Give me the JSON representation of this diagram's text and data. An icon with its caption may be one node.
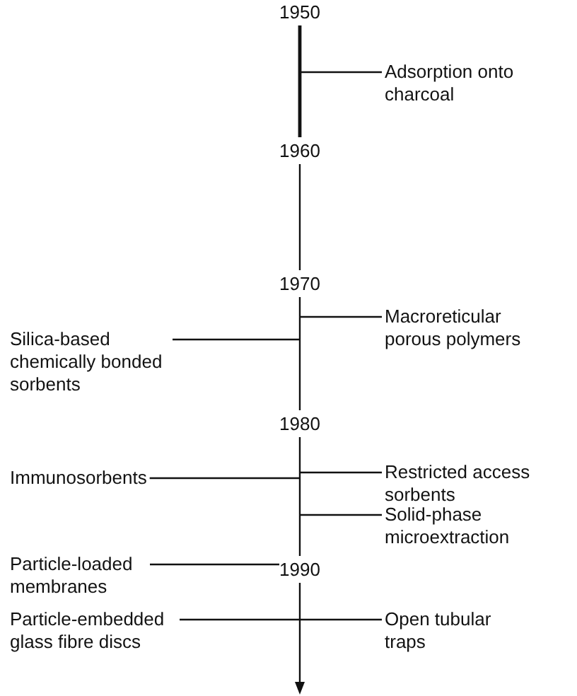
{
  "diagram": {
    "nodes": [
      {
        "text": [
          "Adsorption onto charcoal"
        ]
      },
      {
        "text": [
          "Macroreticular porous polymers"
        ]
      },
      {
        "text": [
          "Silica-based chemically bonded sorbents"
        ]
      },
      {
        "text": [
          "Immunosorbents"
        ]
      },
      {
        "text": [
          "Restricted access sorbents"
        ]
      },
      {
        "text": [
          "Solid-phase microextraction"
        ]
      },
      {
        "text": [
          "Particle-loaded membranes"
        ]
      },
      {
        "text": [
          "Particle-embedded glass fibre discs"
        ]
      },
      {
        "text": [
          "Open tubular traps"
        ]
      },
      {
        "text": [
          "1990"
        ]
      }
    ],
    "edges": [
      {
        "from": 0,
        "to": null,
        "arrow": "none"
      },
      {
        "from": 1,
        "to": null,
        "arrow": "none"
      },
      {
        "from": 2,
        "to": null,
        "arrow": "none"
      },
      {
        "from": 3,
        "to": null,
        "arrow": "none"
      },
      {
        "from": 4,
        "to": null,
        "arrow": "none"
      },
      {
        "from": 5,
        "to": null,
        "arrow": "none"
      },
      {
        "from": 6,
        "to": 9,
        "arrow": "none"
      },
      {
        "from": 7,
        "to": null,
        "arrow": "none"
      },
      {
        "from": 8,
        "to": null,
        "arrow": "none"
      }
    ],
    "labels": [
      "1950",
      "1960",
      "1970",
      "1980"
    ]
  }
}
